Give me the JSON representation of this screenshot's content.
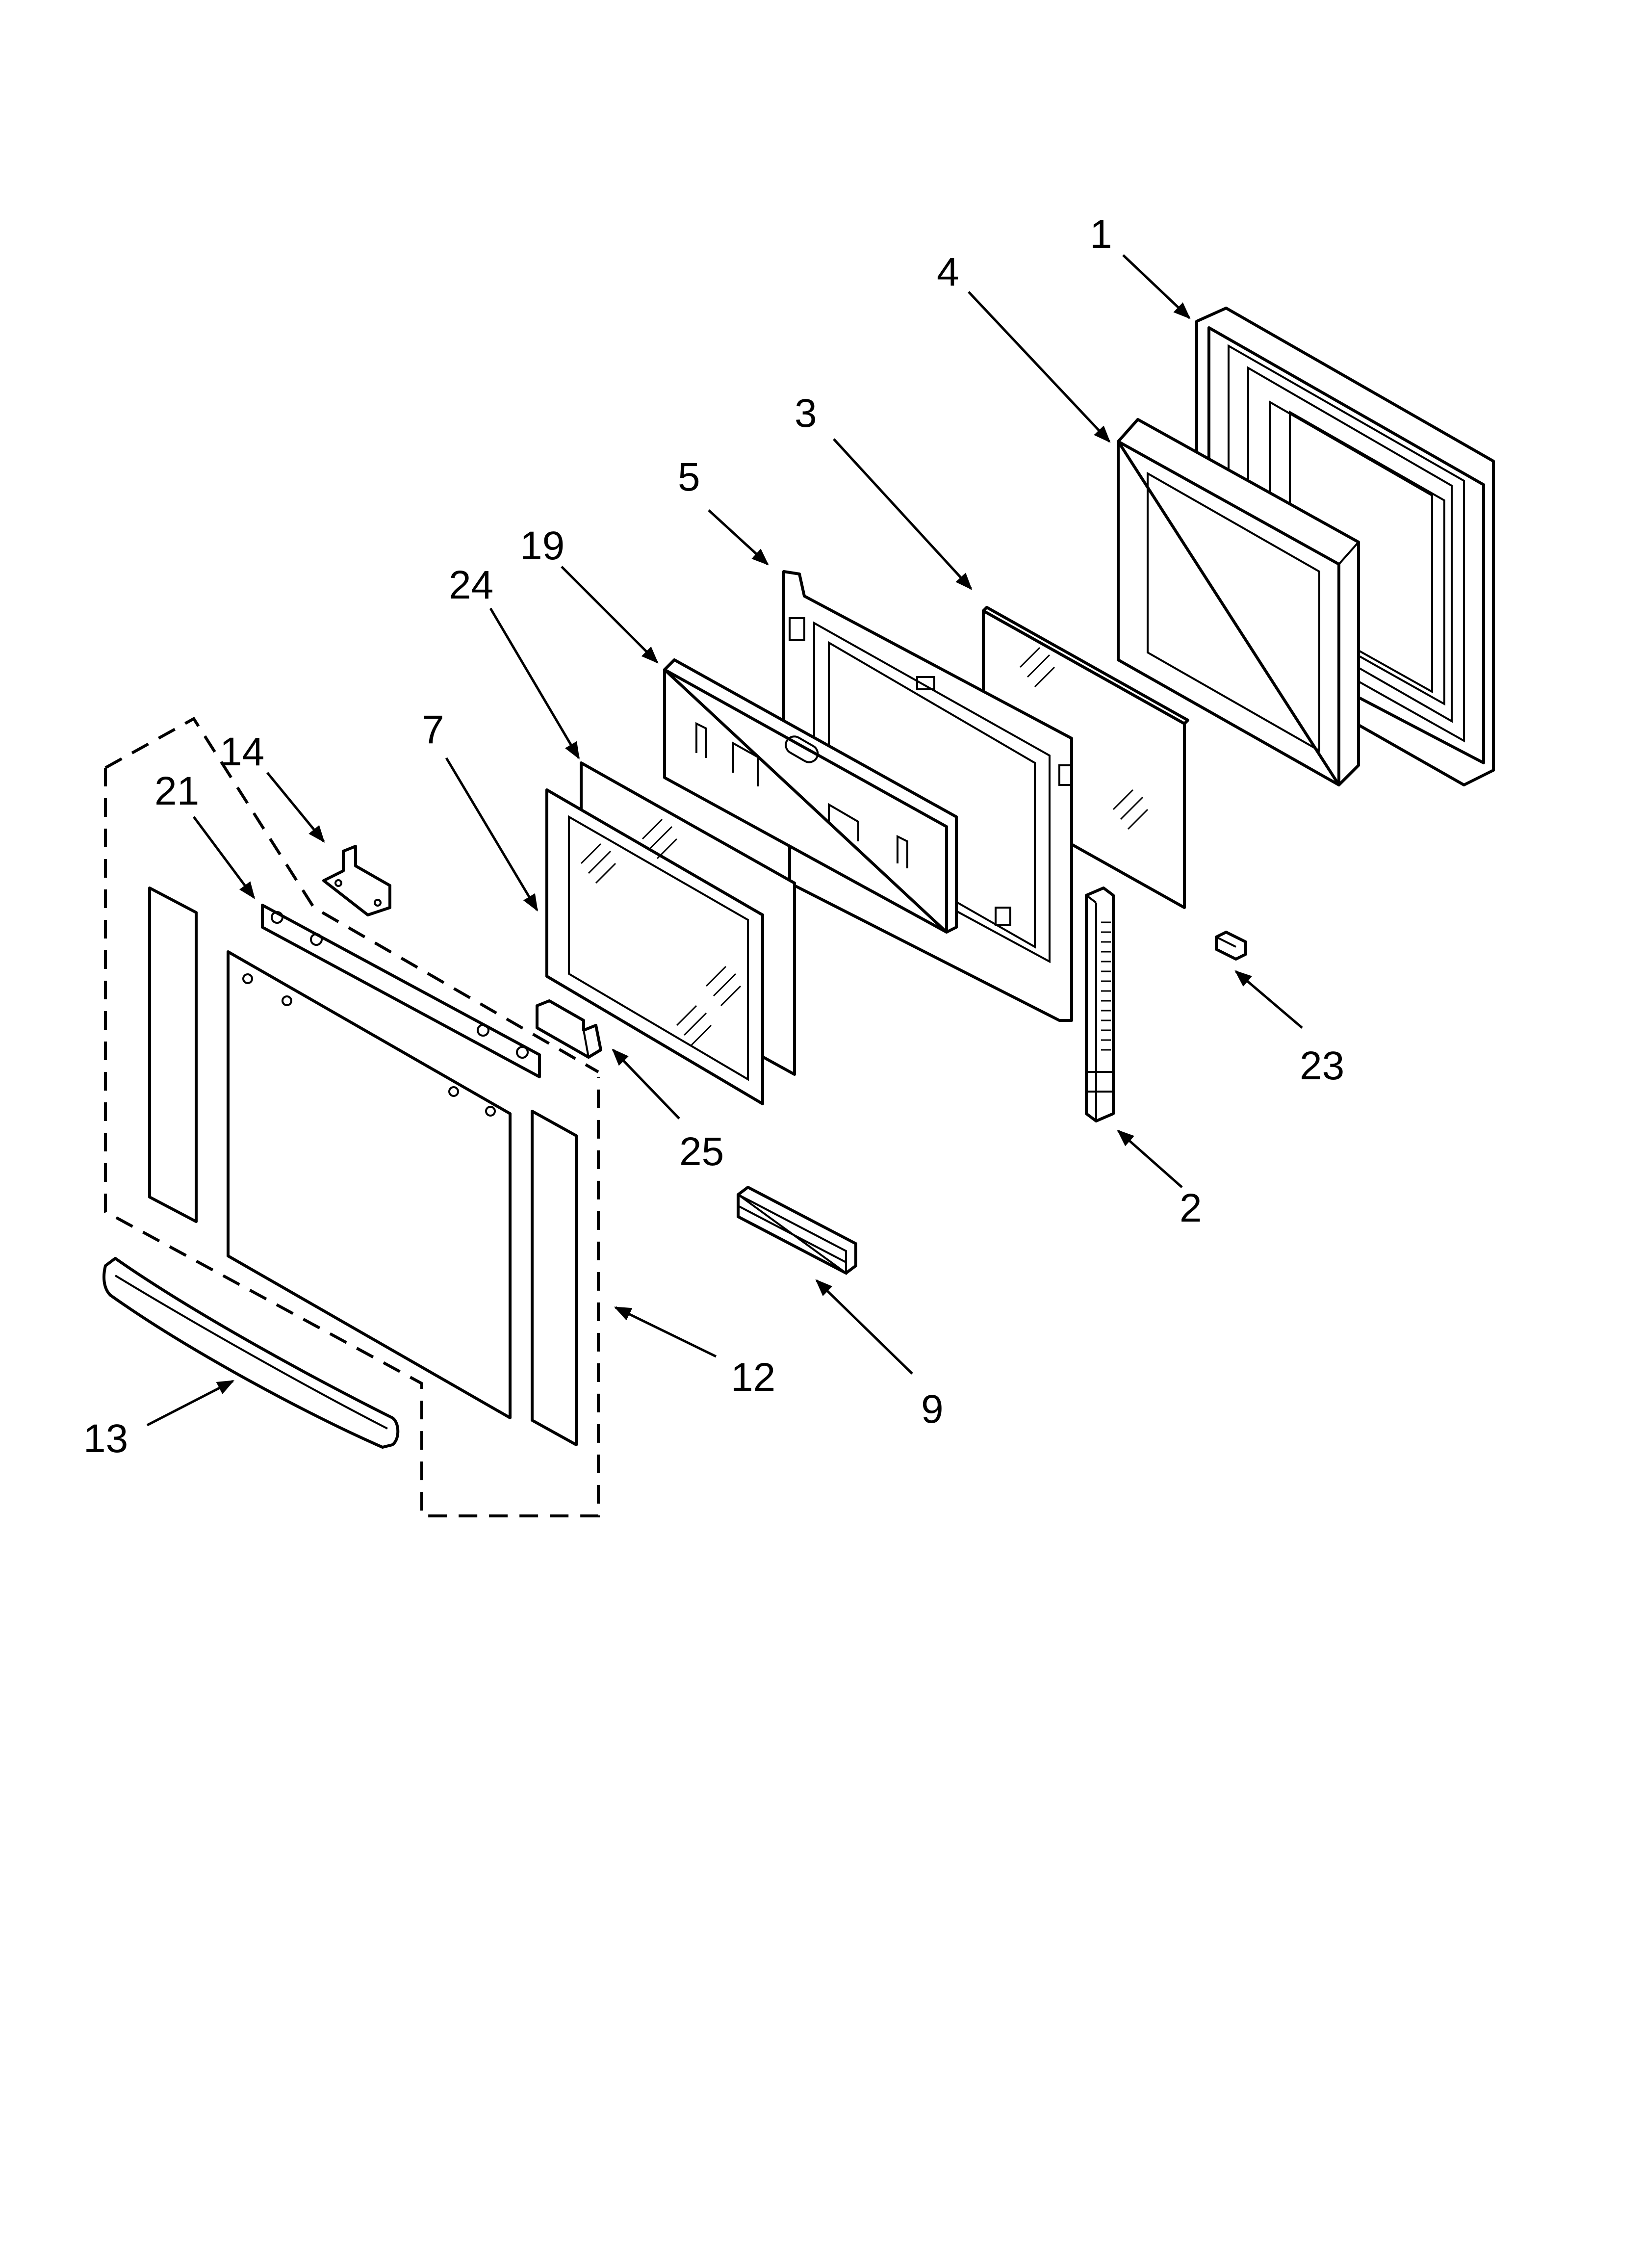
{
  "callouts": [
    {
      "id": "1",
      "label": "1"
    },
    {
      "id": "2",
      "label": "2"
    },
    {
      "id": "3",
      "label": "3"
    },
    {
      "id": "4",
      "label": "4"
    },
    {
      "id": "5",
      "label": "5"
    },
    {
      "id": "7",
      "label": "7"
    },
    {
      "id": "9",
      "label": "9"
    },
    {
      "id": "12",
      "label": "12"
    },
    {
      "id": "13",
      "label": "13"
    },
    {
      "id": "14",
      "label": "14"
    },
    {
      "id": "19",
      "label": "19"
    },
    {
      "id": "21",
      "label": "21"
    },
    {
      "id": "23",
      "label": "23"
    },
    {
      "id": "24",
      "label": "24"
    },
    {
      "id": "25",
      "label": "25"
    }
  ],
  "colors": {
    "line": "#000000",
    "background": "#ffffff"
  }
}
